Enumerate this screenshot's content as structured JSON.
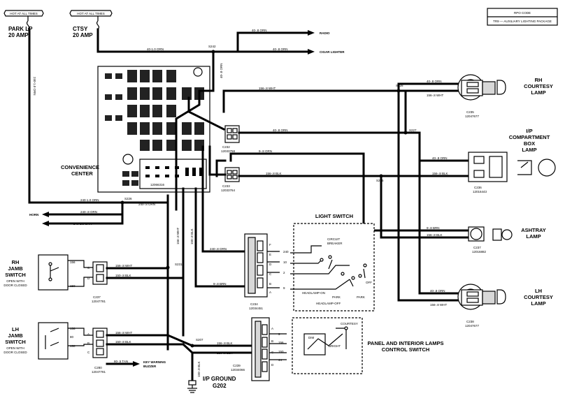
{
  "rpo_box": {
    "code_label": "RPO CODE",
    "package": "TR9 — AUXILIARY LIGHTING PACKAGE"
  },
  "flags": {
    "hot1": "HOT AT ALL TIMES",
    "hot2": "HOT AT ALL TIMES"
  },
  "fuses": {
    "park": {
      "line1": "PARK LP",
      "line2": "20 AMP"
    },
    "ctsy": {
      "line1": "CTSY",
      "line2": "20 AMP"
    }
  },
  "components": {
    "rh_courtesy": {
      "l1": "RH",
      "l2": "COURTESY",
      "l3": "LAMP",
      "conn": "C235",
      "part": "12047677"
    },
    "ip_box": {
      "l1": "I/P",
      "l2": "COMPARTMENT",
      "l3": "BOX",
      "l4": "LAMP",
      "conn": "C236",
      "part": "12016443"
    },
    "ashtray": {
      "l1": "ASHTRAY",
      "l2": "LAMP",
      "conn": "C237",
      "part": "12016882"
    },
    "lh_courtesy": {
      "l1": "LH",
      "l2": "COURTESY",
      "l3": "LAMP",
      "conn": "C238",
      "part": "12047677"
    },
    "convenience": {
      "l1": "CONVENIENCE",
      "l2": "CENTER",
      "part": "12066316"
    },
    "light_switch": {
      "title": "LIGHT SWITCH",
      "breaker": "CIRCUIT",
      "breaker2": "BREAKER",
      "hl_on": "HEADLAMP-ON",
      "park": "PARK",
      "hl_off": "HEADLAMP-OFF",
      "park2": "PARK",
      "off": "OFF"
    },
    "panel_switch": {
      "l1": "PANEL AND INTERIOR LAMPS",
      "l2": "CONTROL SWITCH",
      "dim": "DIM",
      "bright": "BRIGHT",
      "courtesy": "COURTESY"
    },
    "rh_jamb": {
      "l1": "RH",
      "l2": "JAMB",
      "l3": "SWITCH",
      "n1": "OPEN WITH",
      "n2": "DOOR CLOSED",
      "conn": "C237",
      "part": "12047781"
    },
    "lh_jamb": {
      "l1": "LH",
      "l2": "JAMB",
      "l3": "SWITCH",
      "n1": "OPEN WITH",
      "n2": "DOOR CLOSED",
      "conn": "C280",
      "part": "12047781"
    },
    "ground": {
      "l1": "I/P GROUND",
      "l2": "G202"
    },
    "key_buzzer": {
      "l1": "KEY WARNING",
      "l2": "BUZZER"
    }
  },
  "destinations": {
    "radio": "RADIO",
    "cigar": "CIGAR LIGHTER",
    "horn": "HORN"
  },
  "connectors": {
    "c232": {
      "name": "C232",
      "part": "12033758"
    },
    "c233": {
      "name": "C233",
      "part": "12033764"
    },
    "c234": {
      "name": "C234",
      "part": "12034451"
    },
    "c239": {
      "name": "C239",
      "part": "12034066"
    }
  },
  "splices": {
    "s242": "S242",
    "s228": "S228",
    "s227": "S227",
    "s225": "S225",
    "s226": "S226",
    "s231": "S231",
    "s207": "S207"
  },
  "wires": {
    "w_40_orn_radio": "40-.8 ORN",
    "w_40_orn_cig": "40-.8 ORN",
    "w_40_ctsy": "40-1.0 ORN",
    "w_40_vert": "40-.8 ORN",
    "w_156_wht_top": "156-.8 WHT",
    "w_40_c232": "40-.8 ORN",
    "w_9_orn": "9-.8 ORN",
    "w_156_blk": "156-.8 BLK",
    "w_40_rh": "40-.8 ORN",
    "w_156_rh": "156-.8 WHT",
    "w_40_ip": "40-.8 ORN",
    "w_156_ip": "156-.8 BLK",
    "w_9_ash": "9-.8 BRN",
    "w_156_ash": "156-.8 BLK",
    "w_40_lh": "40-.8 ORN",
    "w_156_lh": "156-.8 WHT",
    "w_240_1": "240-1.0 ORN",
    "w_240_2": "240-.8 ORN",
    "w_240_horn": "240-.8 ORN",
    "w_240_3": "240-1.0 ORN",
    "w_240_park": "240-1.0 ORN",
    "w_240_ls": "240-.8 ORN",
    "w_9_brn_ls": "9-.8 BRN",
    "w_156_rhj": "156-.8 WHT",
    "w_150_rhj": "150-.8 BLK",
    "w_156_lhj": "156-.8 WHT",
    "w_150_lhj": "150-.8 BLK",
    "w_80_tan": "80-.5 TAN",
    "w_156_blk_ps": "156-.8 BLK",
    "w_150_ps": "150-.8 BLK",
    "w_156_vert": "156-.8 WHT",
    "w_150_vert": "150-.8 BLK",
    "w_gnd": "150-.8 BLK"
  }
}
